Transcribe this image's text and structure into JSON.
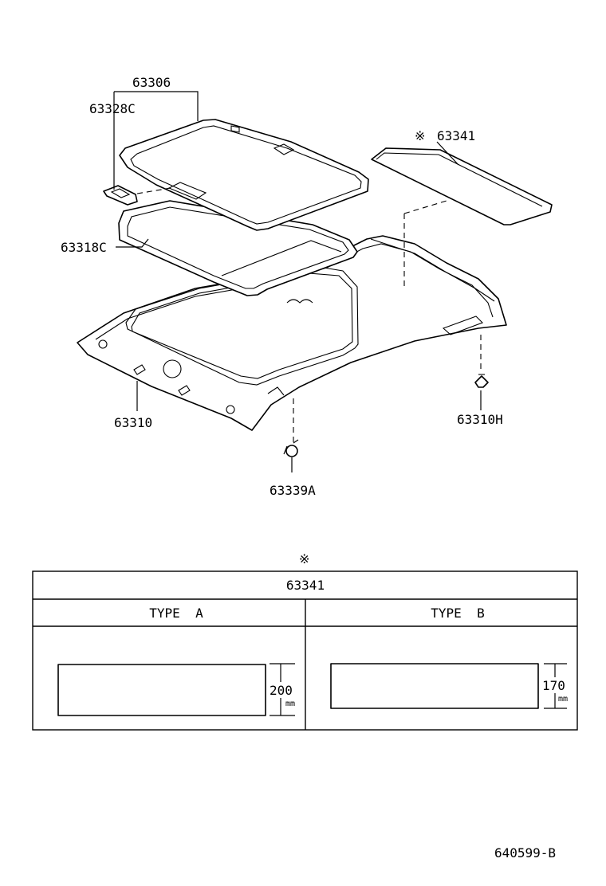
{
  "parts": {
    "sunroof_panel": "63306",
    "seal_bracket": "63328C",
    "weatherstrip": "63318C",
    "reinforcement": "63341",
    "headlining": "63310",
    "clip_front": "63339A",
    "clip_rear": "63310H"
  },
  "note_mark": "※",
  "table": {
    "mark": "※",
    "header": "63341",
    "types": [
      {
        "label": "TYPE  A",
        "dimension": "200",
        "unit": "mm"
      },
      {
        "label": "TYPE  B",
        "dimension": "170",
        "unit": "mm"
      }
    ]
  },
  "footer_code": "640599-B"
}
